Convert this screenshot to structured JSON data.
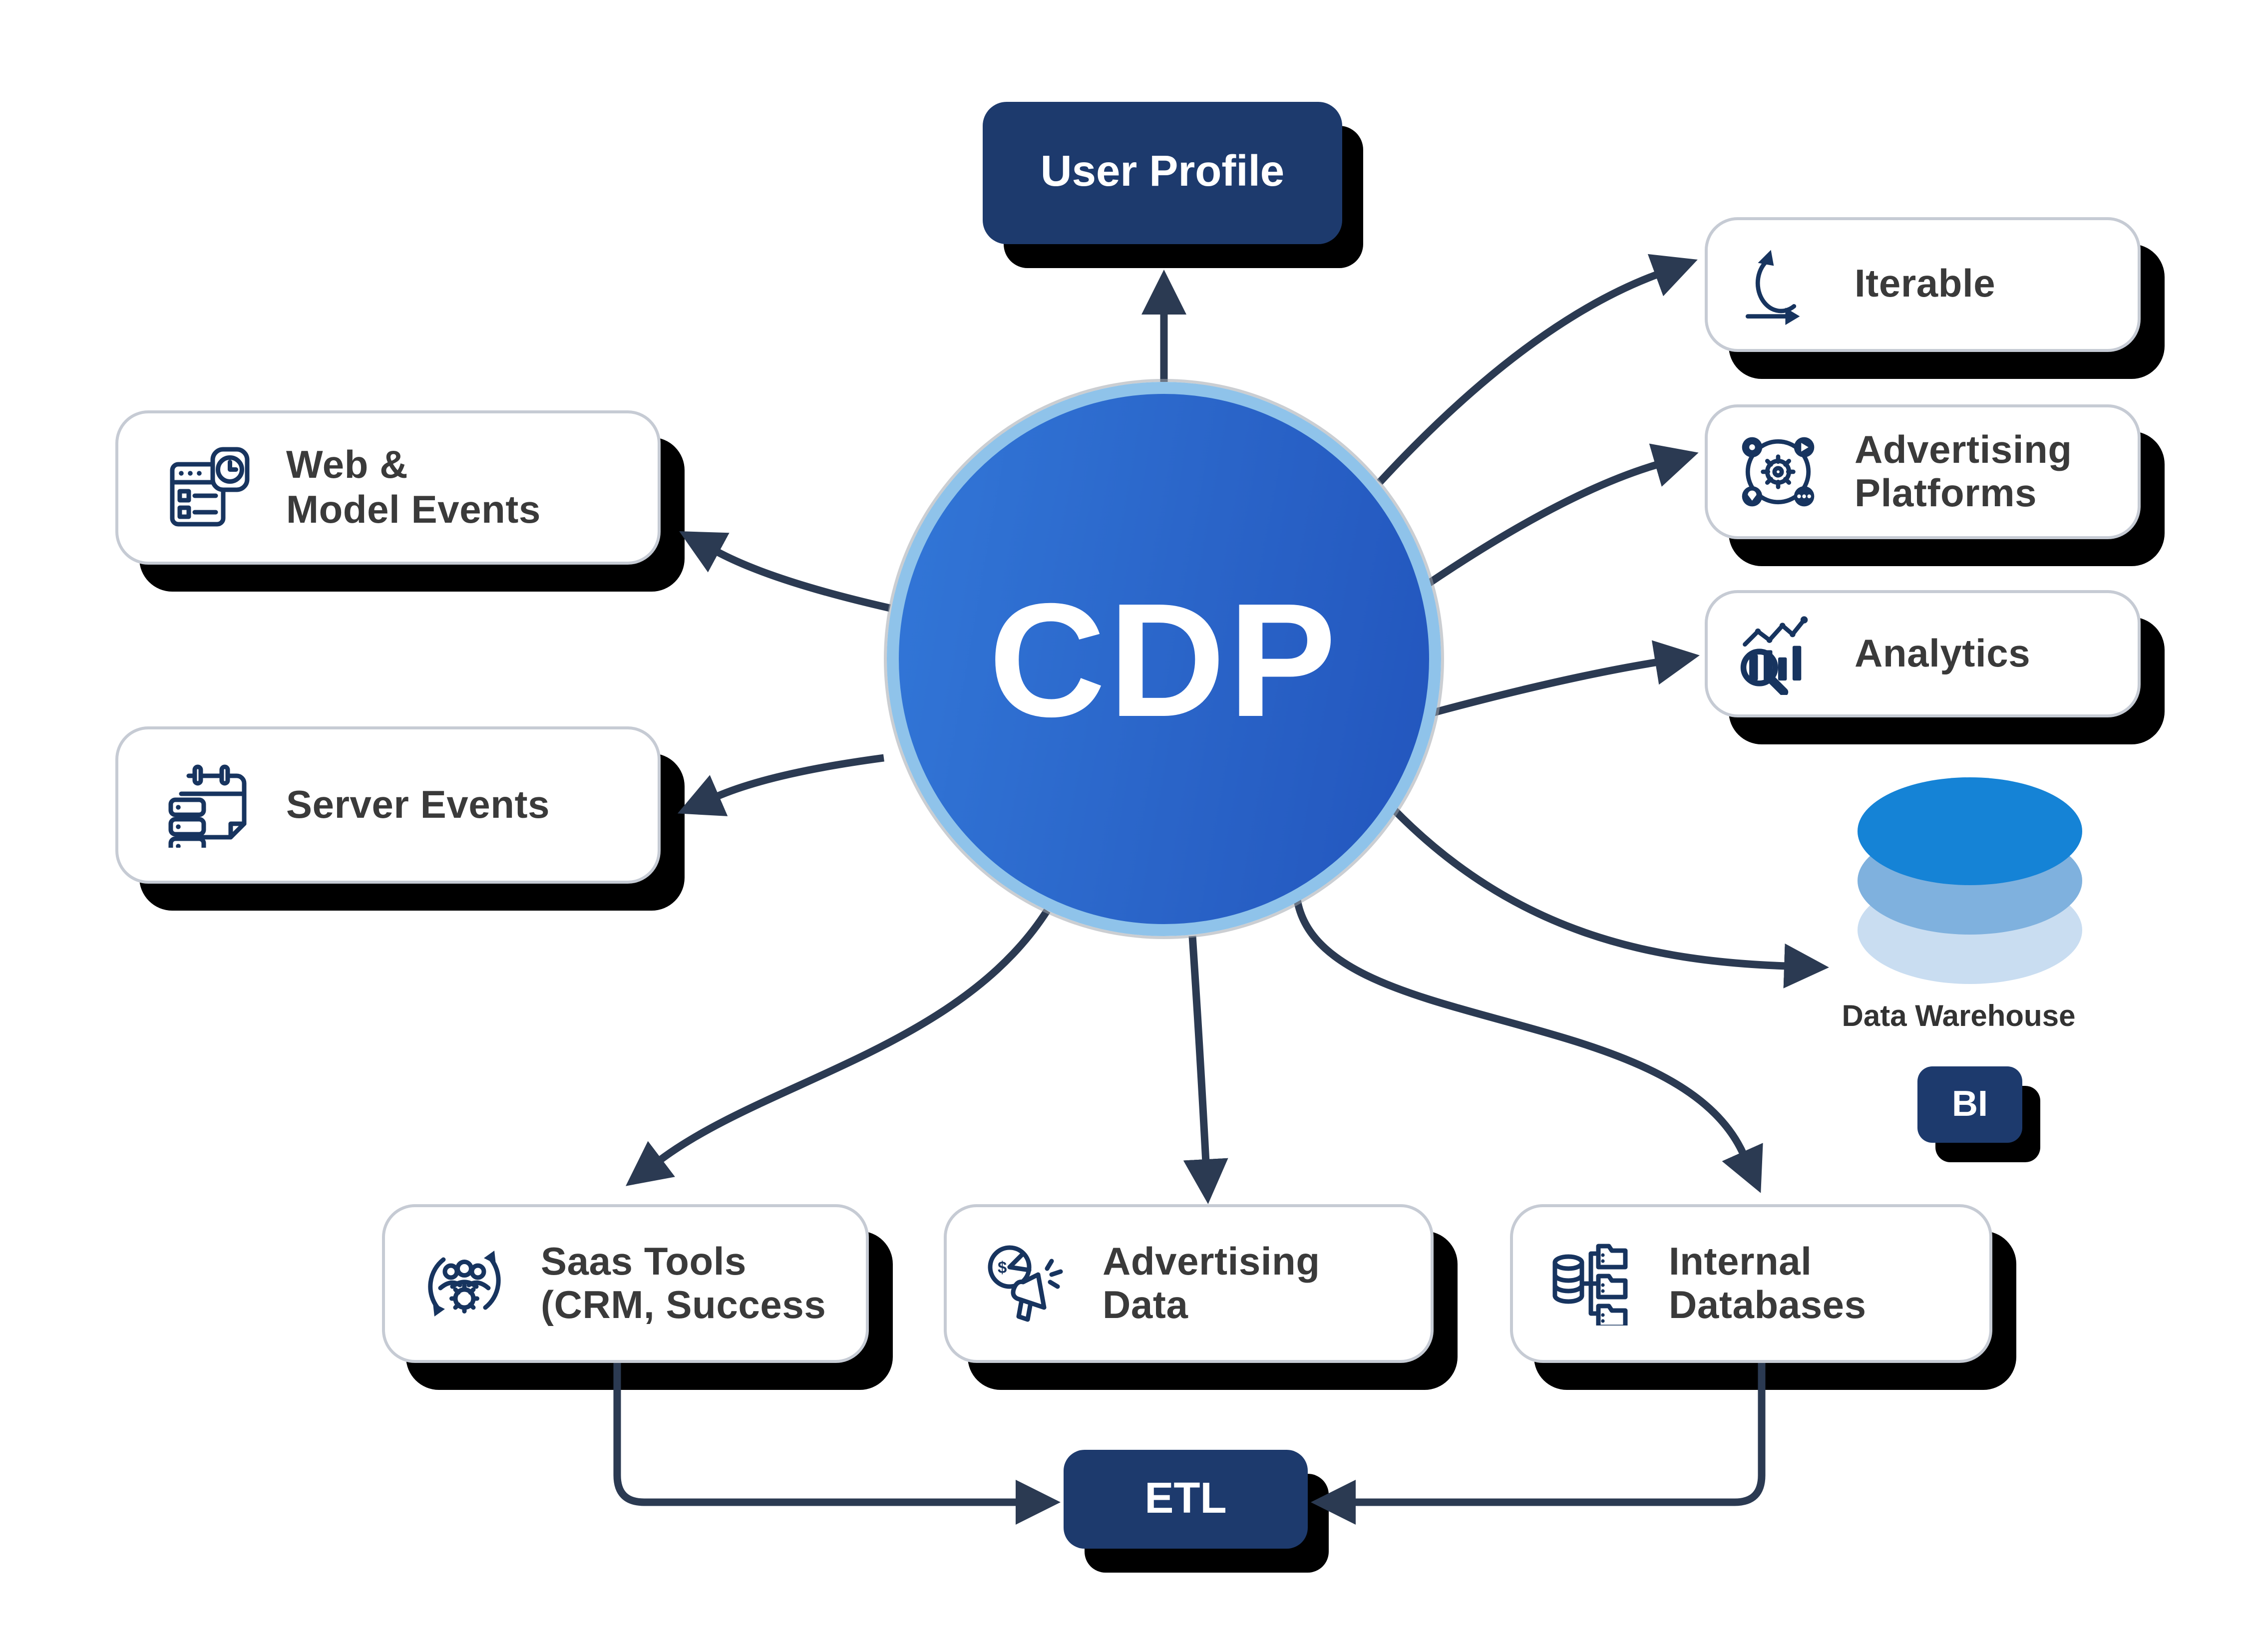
{
  "colors": {
    "navy_box": "#1d3a6d",
    "arrow": "#2b3a52",
    "circle_gradient_start": "#3277d8",
    "circle_gradient_end": "#2255bd",
    "circle_ring": "#8fc3ea",
    "icon_navy": "#17345f",
    "label_text": "#3a3a3a",
    "warehouse_top": "#1583d6",
    "warehouse_mid": "#7fb1de",
    "warehouse_bottom": "#c9ddf1"
  },
  "center": {
    "label": "CDP"
  },
  "user_profile": {
    "label": "User Profile"
  },
  "destinations": [
    {
      "label": "Iterable",
      "icon": "loop-arrows-icon"
    },
    {
      "line1": "Advertising",
      "line2": "Platforms",
      "icon": "gear-orbit-icon"
    },
    {
      "label": "Analytics",
      "icon": "chart-magnifier-icon"
    }
  ],
  "warehouse": {
    "label": "Data Warehouse",
    "icon": "stacked-disks-icon"
  },
  "bi": {
    "label": "BI"
  },
  "sources_left": [
    {
      "line1": "Web &",
      "line2": "Model Events",
      "icon": "browser-clock-icon"
    },
    {
      "label": "Server Events",
      "icon": "calendar-server-icon"
    }
  ],
  "sources_bottom": [
    {
      "line1": "Saas Tools",
      "line2": "(CRM, Success",
      "icon": "team-gear-cycle-icon"
    },
    {
      "line1": "Advertising",
      "line2": "Data",
      "icon": "megaphone-pie-icon"
    },
    {
      "line1": "Internal",
      "line2": "Databases",
      "icon": "database-folders-icon"
    }
  ],
  "etl": {
    "label": "ETL"
  }
}
